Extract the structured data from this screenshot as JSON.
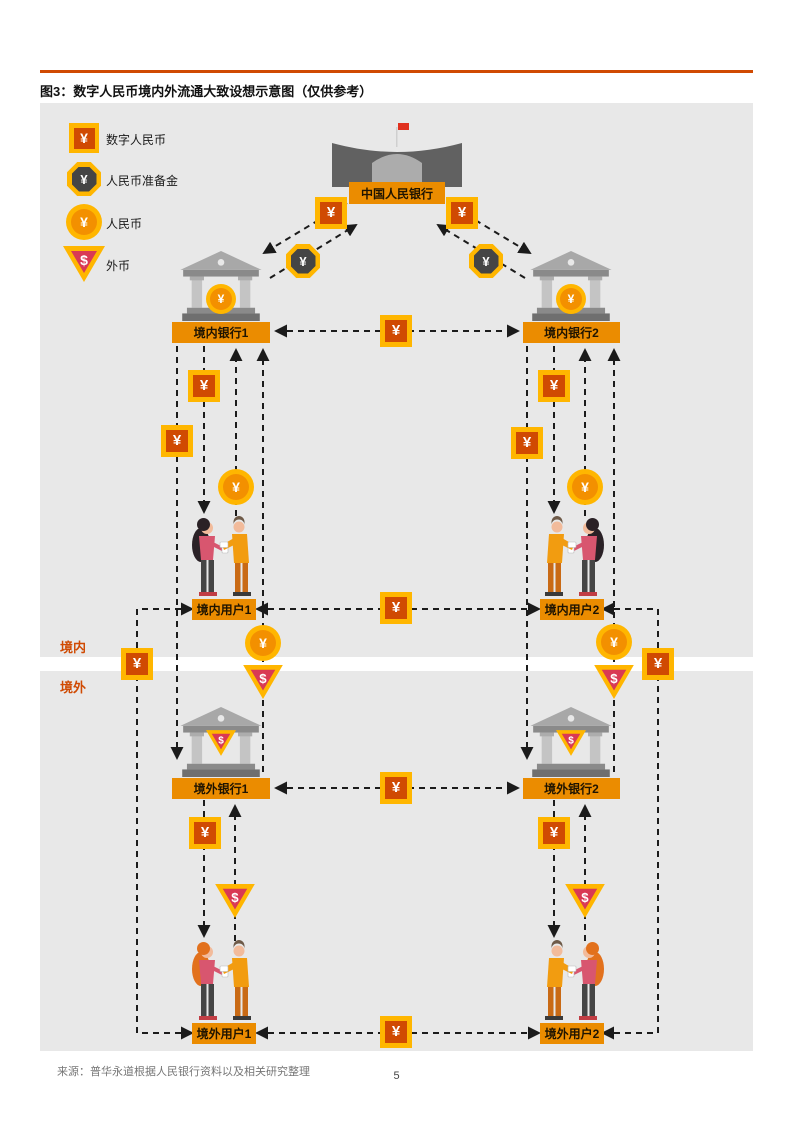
{
  "title": "图3：数字人民币境内外流通大致设想示意图（仅供参考）",
  "legend": {
    "items": [
      {
        "name": "digital-rmb",
        "label": "数字人民币"
      },
      {
        "name": "rmb-reserve",
        "label": "人民币准备金"
      },
      {
        "name": "rmb",
        "label": "人民币"
      },
      {
        "name": "foreign-currency",
        "label": "外币"
      }
    ]
  },
  "glyphs": {
    "yuan": "¥",
    "dollar": "$"
  },
  "regions": {
    "domestic": "境内",
    "overseas": "境外"
  },
  "entities": {
    "central_bank": "中国人民银行",
    "domestic_bank_1": "境内银行1",
    "domestic_bank_2": "境内银行2",
    "domestic_user_1": "境内用户1",
    "domestic_user_2": "境内用户2",
    "overseas_bank_1": "境外银行1",
    "overseas_bank_2": "境外银行2",
    "overseas_user_1": "境外用户1",
    "overseas_user_2": "境外用户2"
  },
  "flows": [
    {
      "from": "中国人民银行",
      "to": "境内银行1",
      "currency": "数字人民币"
    },
    {
      "from": "境内银行1",
      "to": "中国人民银行",
      "currency": "人民币准备金"
    },
    {
      "from": "中国人民银行",
      "to": "境内银行2",
      "currency": "数字人民币"
    },
    {
      "from": "境内银行2",
      "to": "中国人民银行",
      "currency": "人民币准备金"
    },
    {
      "from": "境内银行1",
      "to": "境内银行2",
      "currency": "数字人民币",
      "bidirectional": true
    },
    {
      "from": "境内银行1",
      "to": "境内用户1",
      "currency": "数字人民币"
    },
    {
      "from": "境内用户1",
      "to": "境内银行1",
      "currency": "人民币"
    },
    {
      "from": "境内银行2",
      "to": "境内用户2",
      "currency": "数字人民币"
    },
    {
      "from": "境内用户2",
      "to": "境内银行2",
      "currency": "人民币"
    },
    {
      "from": "境内用户1",
      "to": "境内用户2",
      "currency": "数字人民币",
      "bidirectional": true
    },
    {
      "from": "境内银行1",
      "to": "境外银行1",
      "currency": "数字人民币"
    },
    {
      "from": "境外银行1",
      "to": "境内银行1",
      "currency": "外币→人民币"
    },
    {
      "from": "境内银行2",
      "to": "境外银行2",
      "currency": "数字人民币"
    },
    {
      "from": "境外银行2",
      "to": "境内银行2",
      "currency": "外币→人民币"
    },
    {
      "from": "境内用户1",
      "to": "境外用户1",
      "currency": "数字人民币",
      "bidirectional": true
    },
    {
      "from": "境内用户2",
      "to": "境外用户2",
      "currency": "数字人民币",
      "bidirectional": true
    },
    {
      "from": "境外银行1",
      "to": "境外银行2",
      "currency": "数字人民币",
      "bidirectional": true
    },
    {
      "from": "境外银行1",
      "to": "境外用户1",
      "currency": "数字人民币"
    },
    {
      "from": "境外用户1",
      "to": "境外银行1",
      "currency": "外币"
    },
    {
      "from": "境外银行2",
      "to": "境外用户2",
      "currency": "数字人民币"
    },
    {
      "from": "境外用户2",
      "to": "境外银行2",
      "currency": "外币"
    },
    {
      "from": "境外用户1",
      "to": "境外用户2",
      "currency": "数字人民币",
      "bidirectional": true
    }
  ],
  "colors": {
    "accent_orange": "#D04A02",
    "amber": "#FFB600",
    "label_box": "#EB8C00",
    "rose": "#D93954",
    "reserve_dark": "#454545",
    "diagram_bg": "#E8E8E8"
  },
  "footer": {
    "source": "来源：普华永道根据人民银行资料以及相关研究整理",
    "page_number": "5"
  }
}
